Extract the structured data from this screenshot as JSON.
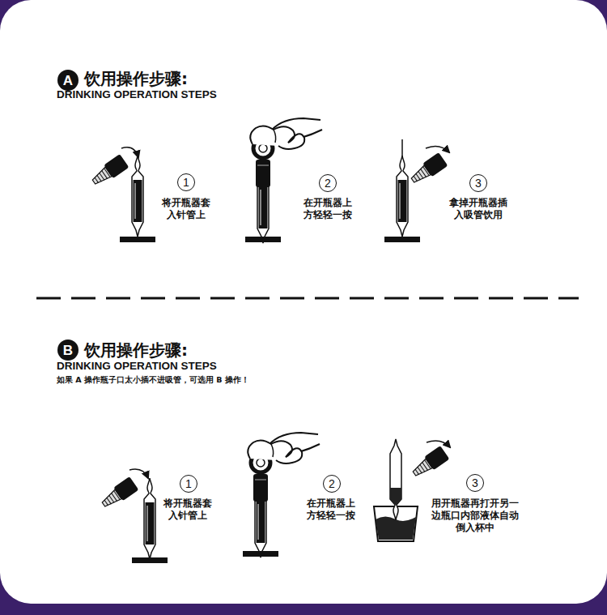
{
  "diagram": {
    "nodes": [
      {
        "text": [
          "A"
        ]
      },
      {
        "text": [
          "1"
        ]
      },
      {
        "text": [
          "2"
        ]
      },
      {
        "text": [
          "3"
        ]
      },
      {
        "text": [
          "B"
        ]
      },
      {
        "text": [
          "1"
        ]
      },
      {
        "text": [
          "2"
        ]
      },
      {
        "text": [
          "3"
        ]
      }
    ],
    "labels": [
      "饮用操作步骤:",
      "DRINKING OPERATION STEPS",
      "将开瓶器套入针管上",
      "在开瓶器上方轻轻一按",
      "拿掉开瓶器插入吸管饮用",
      "饮用操作步骤:",
      "DRINKING OPERATION STEPS",
      "如果 A 操作瓶子口太小插不进吸管，可选用 B 操作！",
      "将开瓶器套入针管上",
      "在开瓶器上方轻轻一按",
      "用开瓶器再打开另一边瓶口内部液体自动倒入杯中"
    ]
  }
}
